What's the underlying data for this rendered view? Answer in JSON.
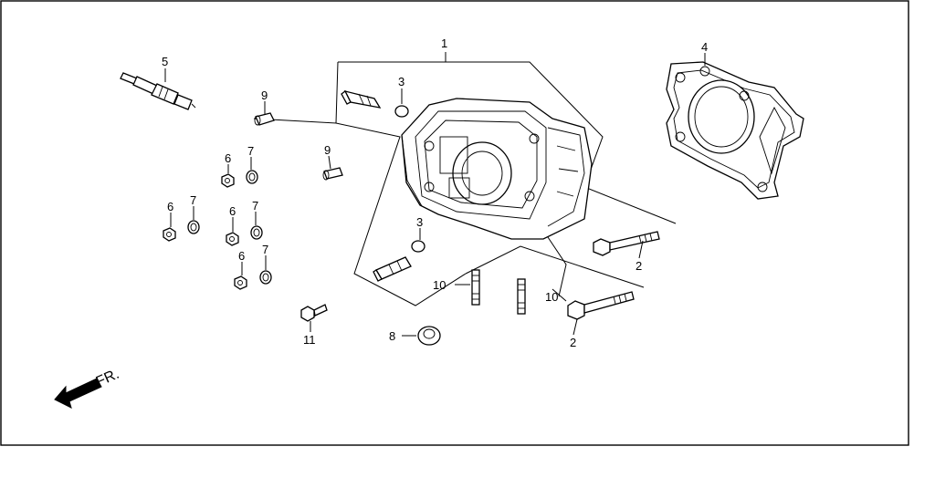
{
  "diagram": {
    "labels": {
      "p1": "1",
      "p2a": "2",
      "p2b": "2",
      "p3a": "3",
      "p3b": "3",
      "p4": "4",
      "p5": "5",
      "p6a": "6",
      "p6b": "6",
      "p6c": "6",
      "p6d": "6",
      "p7a": "7",
      "p7b": "7",
      "p7c": "7",
      "p7d": "7",
      "p8": "8",
      "p9a": "9",
      "p9b": "9",
      "p10a": "10",
      "p10b": "10",
      "p11": "11"
    },
    "direction": "FR."
  }
}
